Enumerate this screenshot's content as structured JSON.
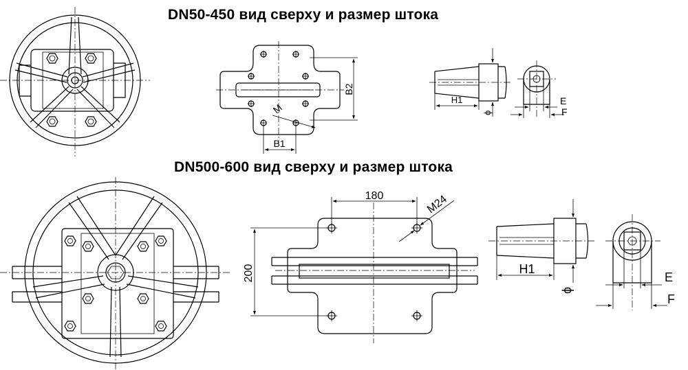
{
  "headings": {
    "top": "DN50-450 вид сверху и размер штока",
    "bottom": "DN500-600 вид сверху и размер штока"
  },
  "labels": {
    "b2": "B2",
    "b1": "B1",
    "m_small": "M",
    "h1_small": "H1",
    "phi_small": "ϕ",
    "e_small": "E",
    "f_small": "F",
    "dim_180": "180",
    "dim_200": "200",
    "m24": "M24",
    "h1_big": "H1",
    "phi_big": "ϕ",
    "e_big": "E",
    "f_big": "F"
  }
}
